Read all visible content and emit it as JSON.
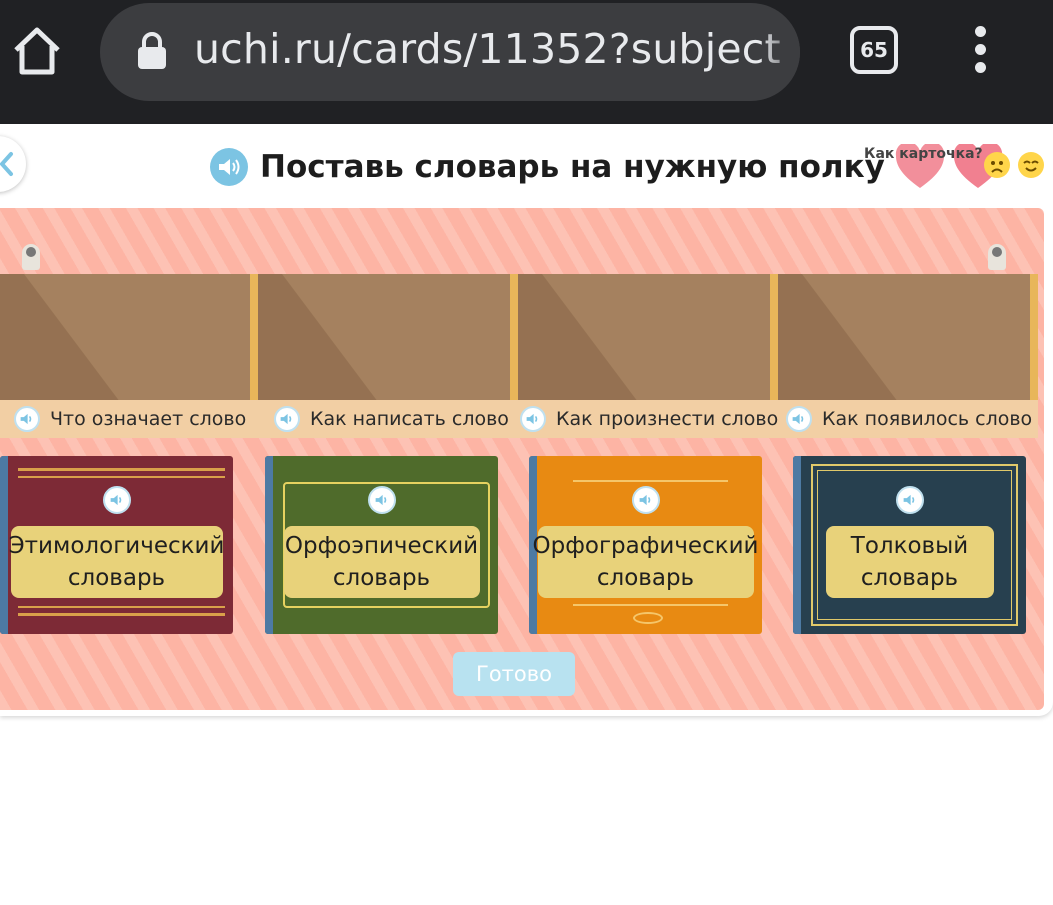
{
  "browser": {
    "url": "uchi.ru/cards/11352?subject",
    "tab_count": "65"
  },
  "card": {
    "title": "Поставь словарь на нужную полку",
    "rating_label": "Как карточка?",
    "ready_button": "Готово"
  },
  "shelves": [
    {
      "label": "Что означает слово"
    },
    {
      "label": "Как написать слово"
    },
    {
      "label": "Как произнести слово"
    },
    {
      "label": "Как появилось слово"
    }
  ],
  "books": [
    {
      "line1": "Этимологический",
      "line2": "словарь",
      "color": "#7d2a36"
    },
    {
      "line1": "Орфоэпический",
      "line2": "словарь",
      "color": "#4f6b2b"
    },
    {
      "line1": "Орфографический",
      "line2": "словарь",
      "color": "#e88a12"
    },
    {
      "line1": "Толковый",
      "line2": "словарь",
      "color": "#27404f"
    }
  ],
  "colors": {
    "chrome": "#202124",
    "shelf_bg": "#fdb4a4",
    "accent_blue": "#7cc4e3"
  },
  "icons": [
    "home-icon",
    "lock-icon",
    "tabs-icon",
    "menu-icon",
    "back-icon",
    "speaker-icon",
    "heart-icon",
    "sad-emoji-icon",
    "happy-emoji-icon"
  ]
}
